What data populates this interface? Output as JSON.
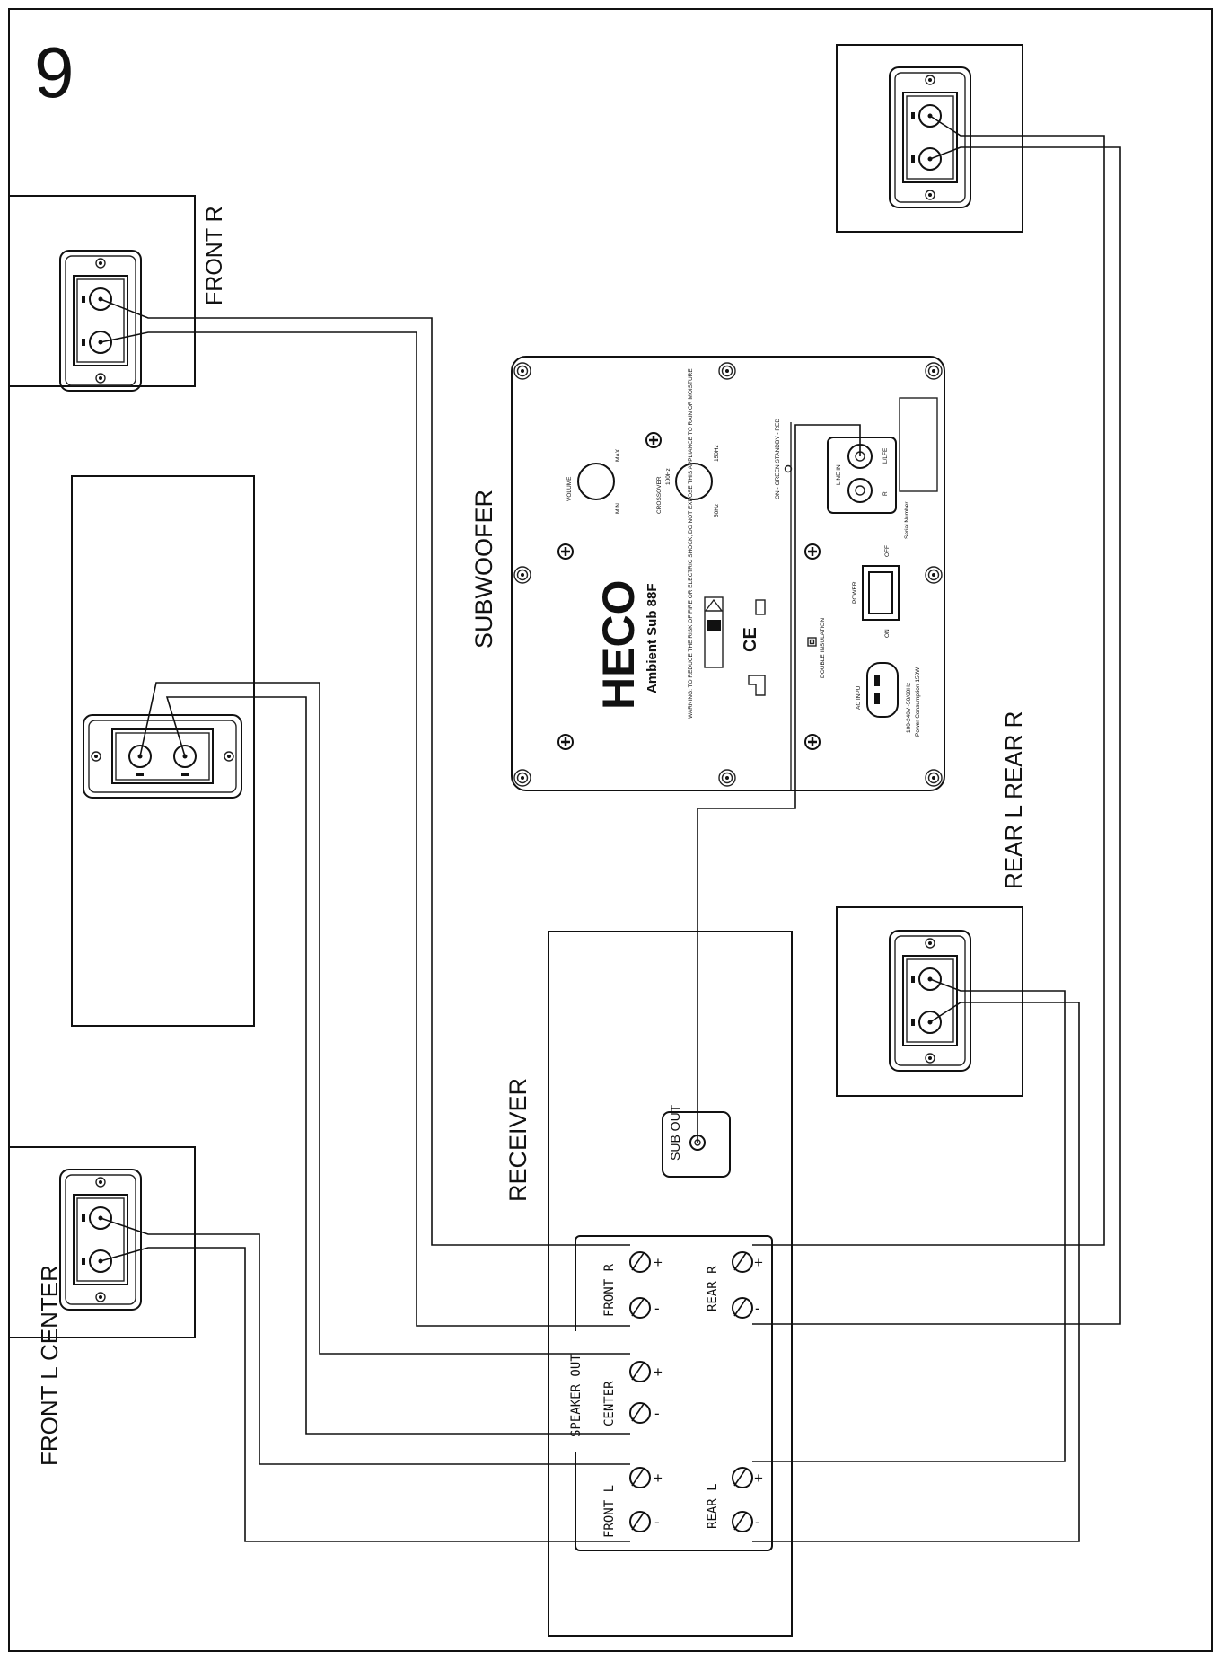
{
  "step_number": "9",
  "labels": {
    "front_r": "FRONT R",
    "front_l_center": "FRONT L CENTER",
    "rear_l_rear_r": "REAR  L REAR  R",
    "subwoofer": "SUBWOOFER",
    "receiver": "RECEIVER"
  },
  "subwoofer_panel": {
    "brand": "HECO",
    "model": "Ambient Sub 88F",
    "volume": "VOLUME",
    "vol_min": "MIN",
    "vol_max": "MAX",
    "crossover": "CROSSOVER",
    "xo_low": "50Hz",
    "xo_high": "150Hz",
    "xo_mid": "100Hz",
    "led": "ON - GREEN STANDBY - RED",
    "line_in": "LINE IN",
    "lfe": "L/LFE",
    "r": "R",
    "serial": "Serial Number",
    "power": "POWER",
    "off": "OFF",
    "on": "ON",
    "double_insulation": "DOUBLE INSULATION",
    "ac_input": "AC INPUT",
    "rating": "100-240V~50/60Hz",
    "consumption": "Power Consumption 150W",
    "warning": "WARNING: TO REDUCE THE RISK OF FIRE OR ELECTRIC SHOCK, DO NOT EXPOSE THIS APPLIANCE TO RAIN OR MOISTURE",
    "ce": "CE"
  },
  "receiver_panel": {
    "sub_out": "SUB OUT",
    "speaker_out": "SPEAKER OUT",
    "front_r": "FRONT R",
    "center": "CENTER",
    "front_l": "FRONT L",
    "rear_r": "REAR R",
    "rear_l": "REAR L",
    "plus": "+",
    "minus": "-"
  }
}
